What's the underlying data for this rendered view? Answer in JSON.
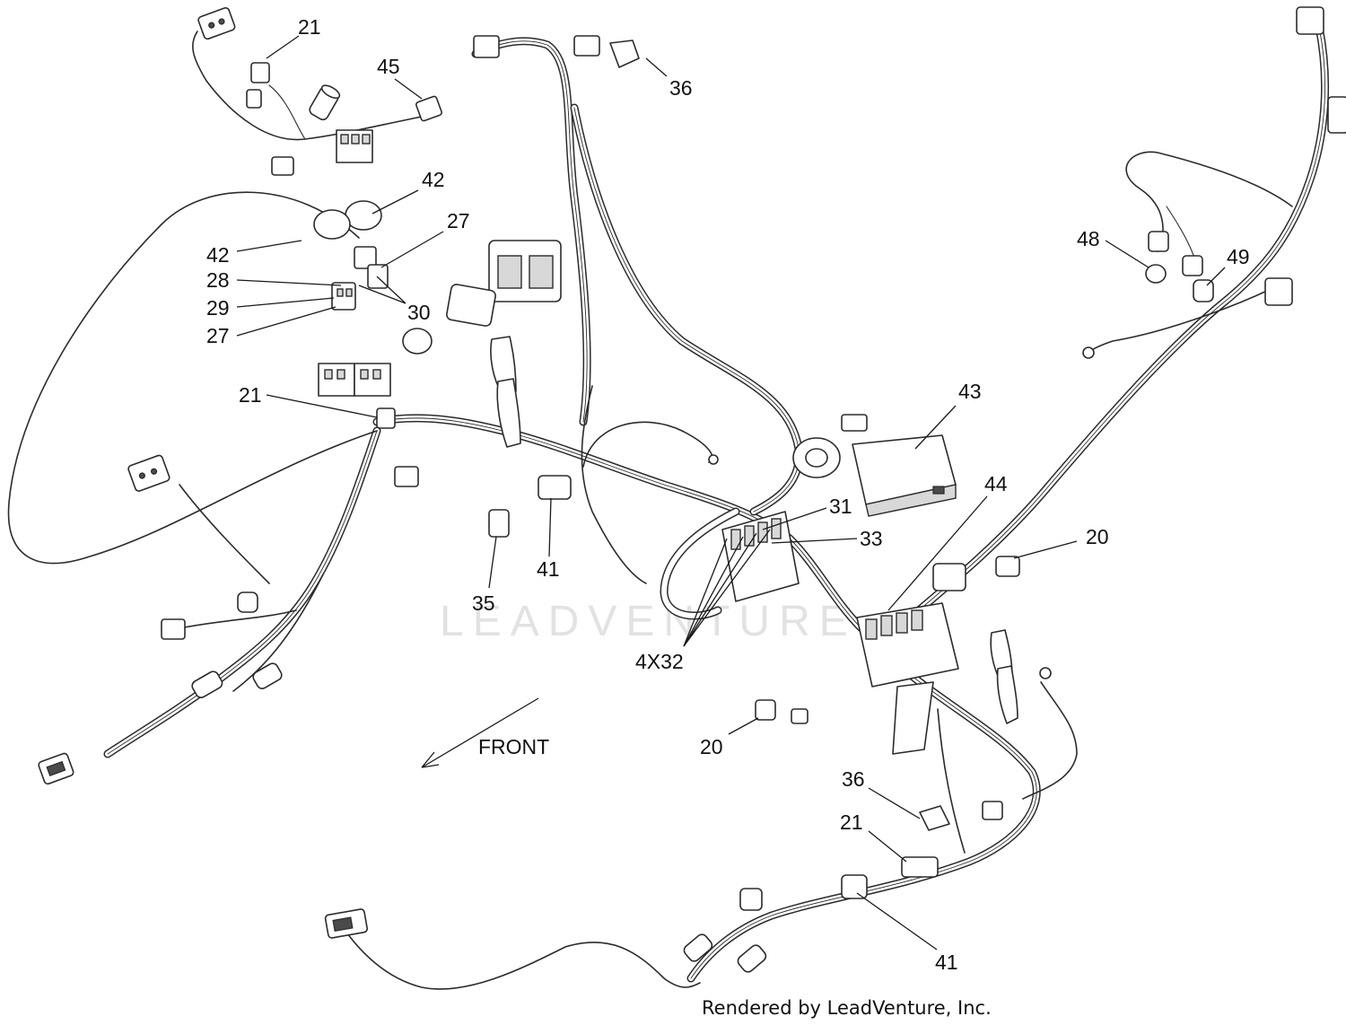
{
  "diagram": {
    "watermark": "LEADVENTURE",
    "front_label": "FRONT",
    "credit": "Rendered by LeadVenture, Inc.",
    "callouts": [
      {
        "id": "c21a",
        "text": "21"
      },
      {
        "id": "c45",
        "text": "45"
      },
      {
        "id": "c36a",
        "text": "36"
      },
      {
        "id": "c42a",
        "text": "42"
      },
      {
        "id": "c27a",
        "text": "27"
      },
      {
        "id": "c42b",
        "text": "42"
      },
      {
        "id": "c28",
        "text": "28"
      },
      {
        "id": "c29",
        "text": "29"
      },
      {
        "id": "c27b",
        "text": "27"
      },
      {
        "id": "c30",
        "text": "30"
      },
      {
        "id": "c21b",
        "text": "21"
      },
      {
        "id": "c48",
        "text": "48"
      },
      {
        "id": "c49",
        "text": "49"
      },
      {
        "id": "c43",
        "text": "43"
      },
      {
        "id": "c31",
        "text": "31"
      },
      {
        "id": "c44",
        "text": "44"
      },
      {
        "id": "c33",
        "text": "33"
      },
      {
        "id": "c20a",
        "text": "20"
      },
      {
        "id": "c35",
        "text": "35"
      },
      {
        "id": "c41a",
        "text": "41"
      },
      {
        "id": "c4x32",
        "text": "4X32"
      },
      {
        "id": "c20b",
        "text": "20"
      },
      {
        "id": "c36b",
        "text": "36"
      },
      {
        "id": "c21c",
        "text": "21"
      },
      {
        "id": "c41b",
        "text": "41"
      }
    ]
  }
}
